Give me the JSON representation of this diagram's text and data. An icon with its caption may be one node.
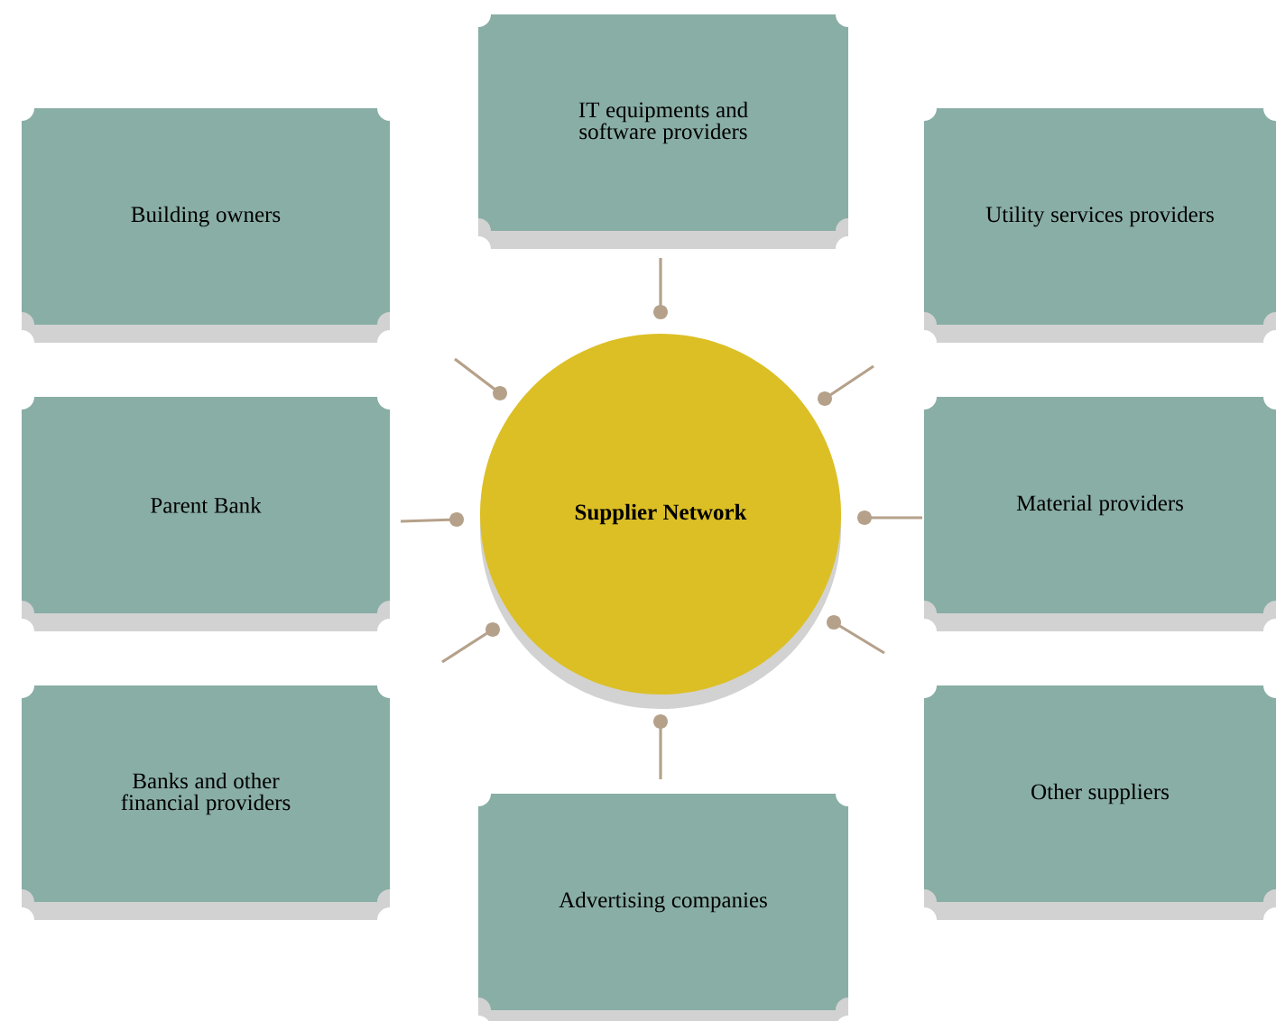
{
  "diagram": {
    "nodes": [
      {
        "text": [
          "IT equipments and software providers"
        ]
      },
      {
        "text": [
          "Building  owners"
        ]
      },
      {
        "text": [
          "Utility services providers"
        ]
      },
      {
        "text": [
          "Supplier Network"
        ]
      },
      {
        "text": [
          "Parent Bank"
        ]
      },
      {
        "text": [
          "Material providers"
        ]
      },
      {
        "text": [
          "Banks and other financial providers"
        ]
      },
      {
        "text": [
          "Other suppliers"
        ]
      },
      {
        "text": [
          "Advertising companies"
        ]
      }
    ]
  }
}
